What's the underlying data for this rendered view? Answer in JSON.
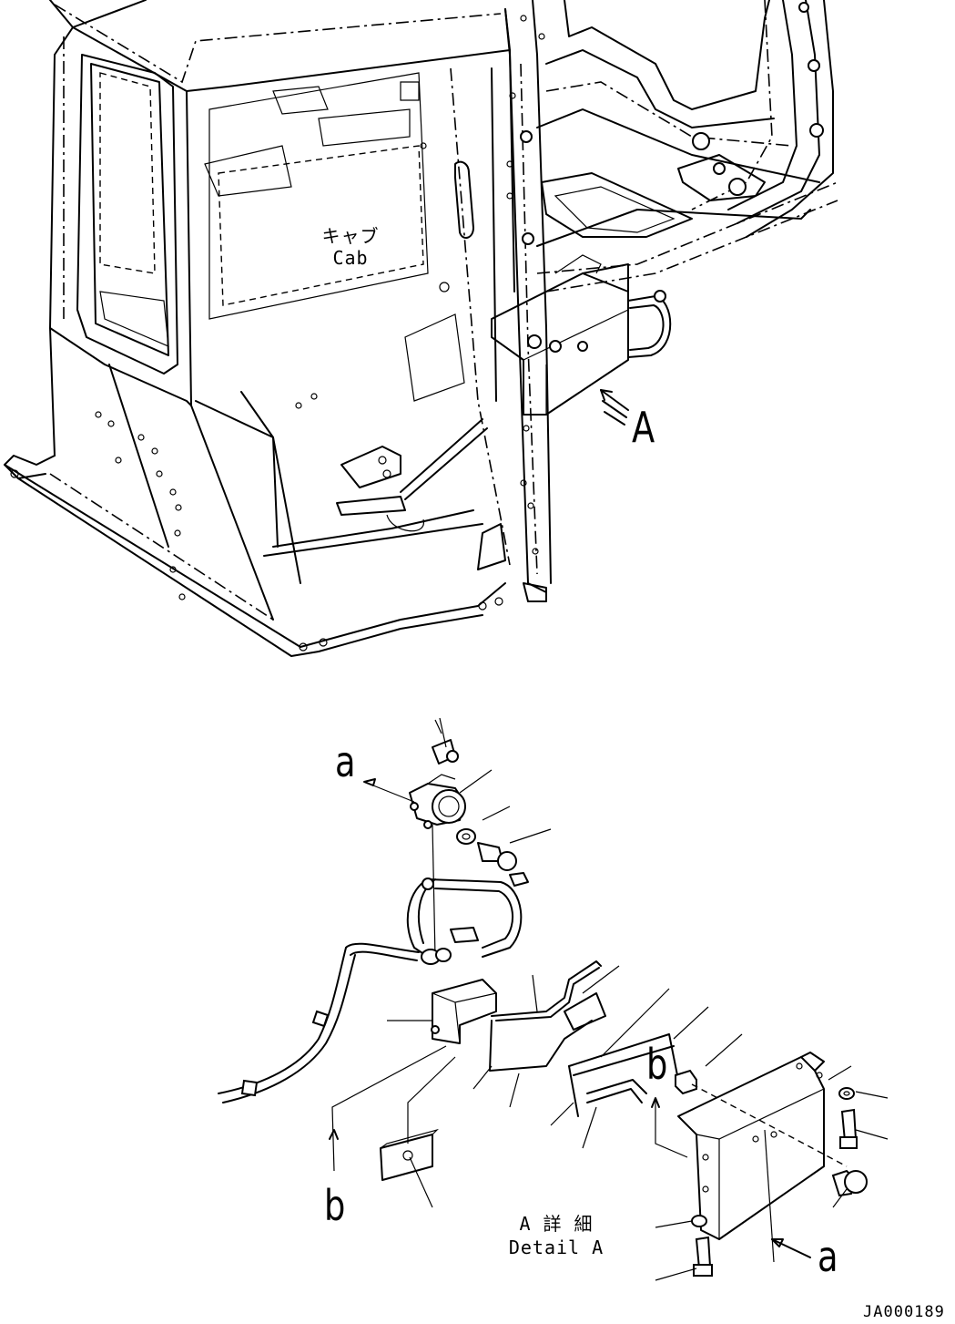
{
  "cab_label": {
    "jp": "キャブ",
    "en": "Cab"
  },
  "view_marker": "A",
  "detail_label": {
    "jp": "A 詳 細",
    "en": "Detail A"
  },
  "connector_a_top": "a",
  "connector_a_bottom": "a",
  "connector_b_left": "b",
  "connector_b_right": "b",
  "drawing_ref": "JA000189"
}
